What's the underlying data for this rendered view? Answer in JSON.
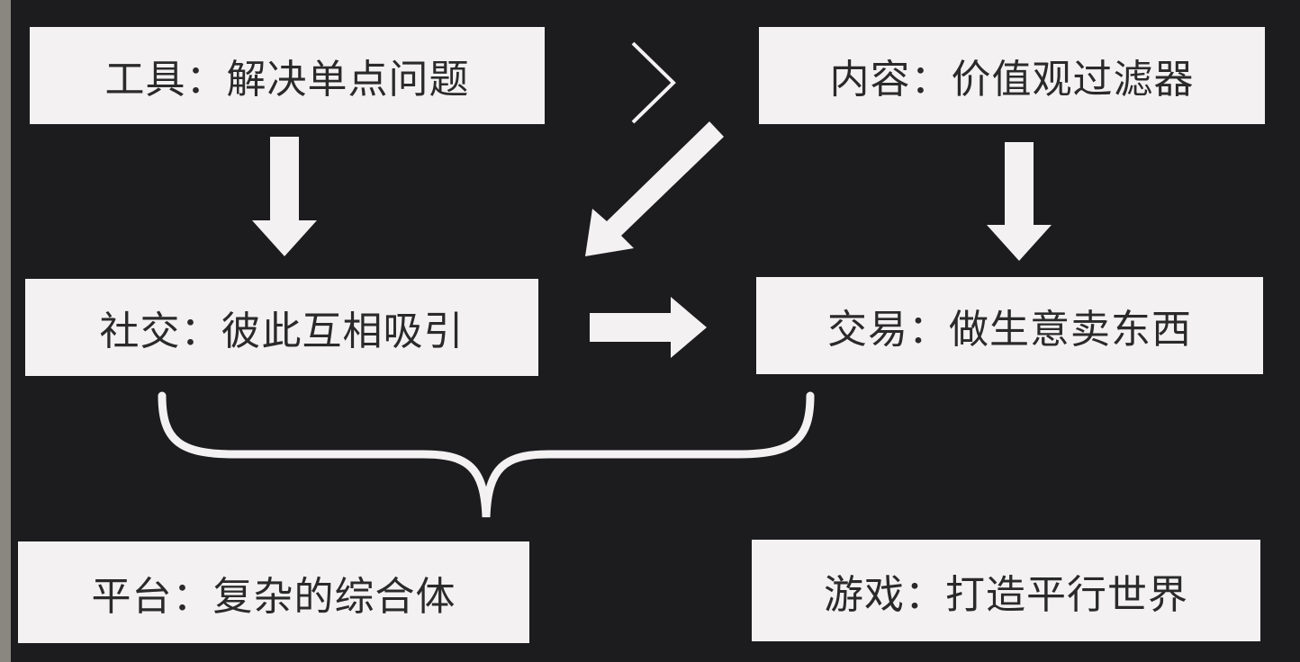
{
  "boxes": {
    "tool": "工具：解决单点问题",
    "content": "内容：价值观过滤器",
    "social": "社交：彼此互相吸引",
    "trade": "交易：做生意卖东西",
    "platform": "平台：复杂的综合体",
    "game": "游戏：打造平行世界"
  },
  "symbols": {
    "greater_than": ">"
  },
  "colors": {
    "background": "#1c1b1d",
    "box": "#f3f1f2",
    "text": "#2a2a2a"
  }
}
